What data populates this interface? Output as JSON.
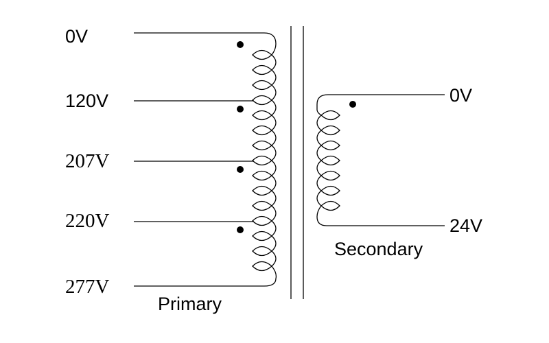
{
  "primary": {
    "label": "Primary",
    "taps": [
      "0V",
      "120V",
      "207V",
      "220V",
      "277V"
    ],
    "turns": 15
  },
  "secondary": {
    "label": "Secondary",
    "taps": [
      "0V",
      "24V"
    ],
    "turns": 7
  },
  "colors": {
    "line": "#000000",
    "background": "#ffffff"
  }
}
